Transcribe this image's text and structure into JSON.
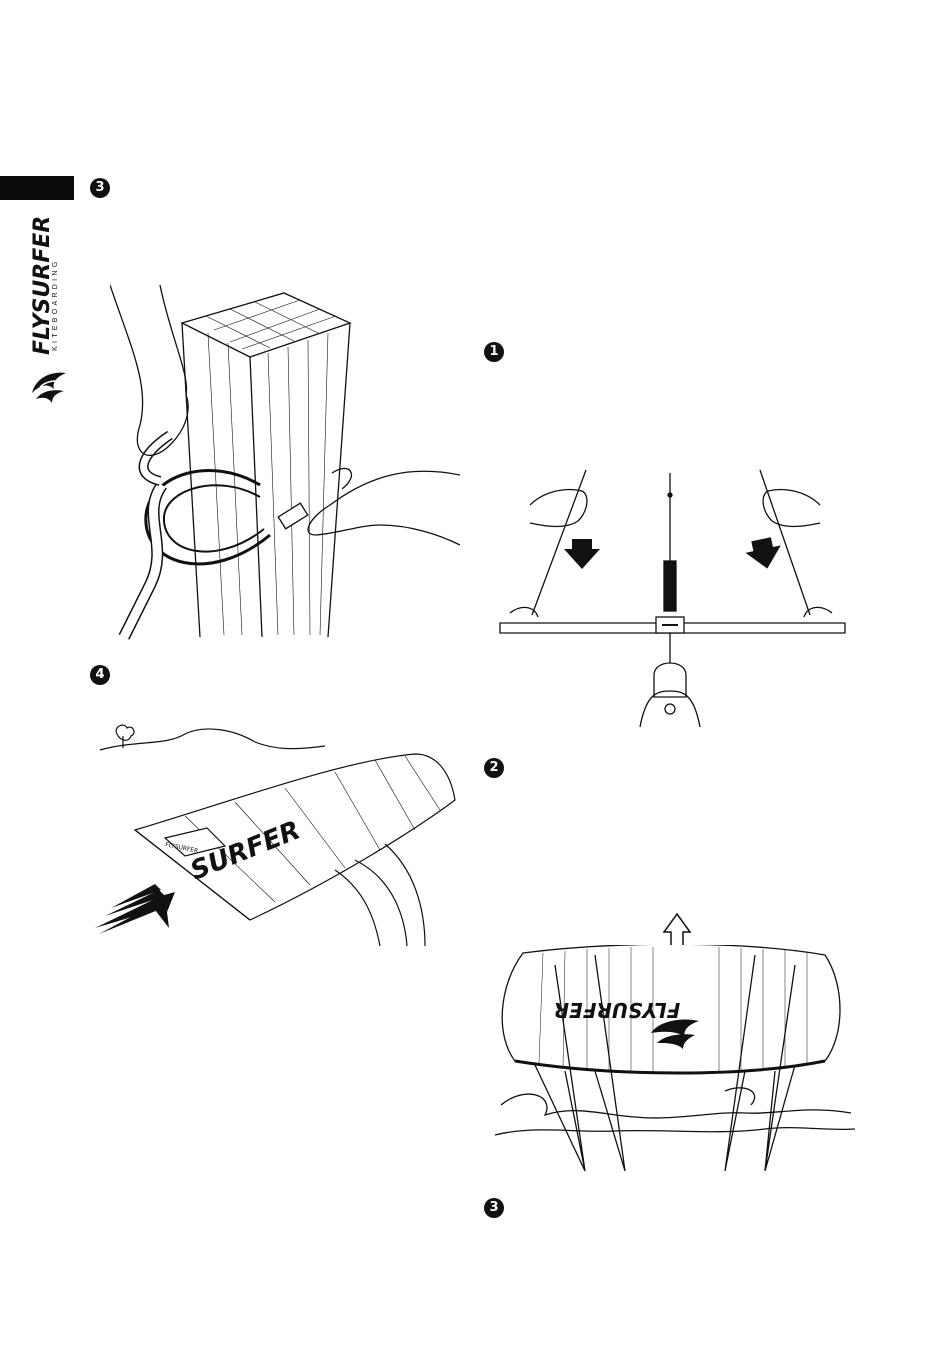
{
  "brand": {
    "name": "FLYSURFER",
    "sub": "KITEBOARDING"
  },
  "steps": {
    "left_top": "3",
    "left_bottom": "4",
    "right_1": "1",
    "right_2": "2",
    "right_3": "3"
  },
  "kite_text": {
    "bottom_left_big": "SURFER",
    "bottom_left_small": "FLYSURFER",
    "right_kite": "FLYSURFER"
  }
}
